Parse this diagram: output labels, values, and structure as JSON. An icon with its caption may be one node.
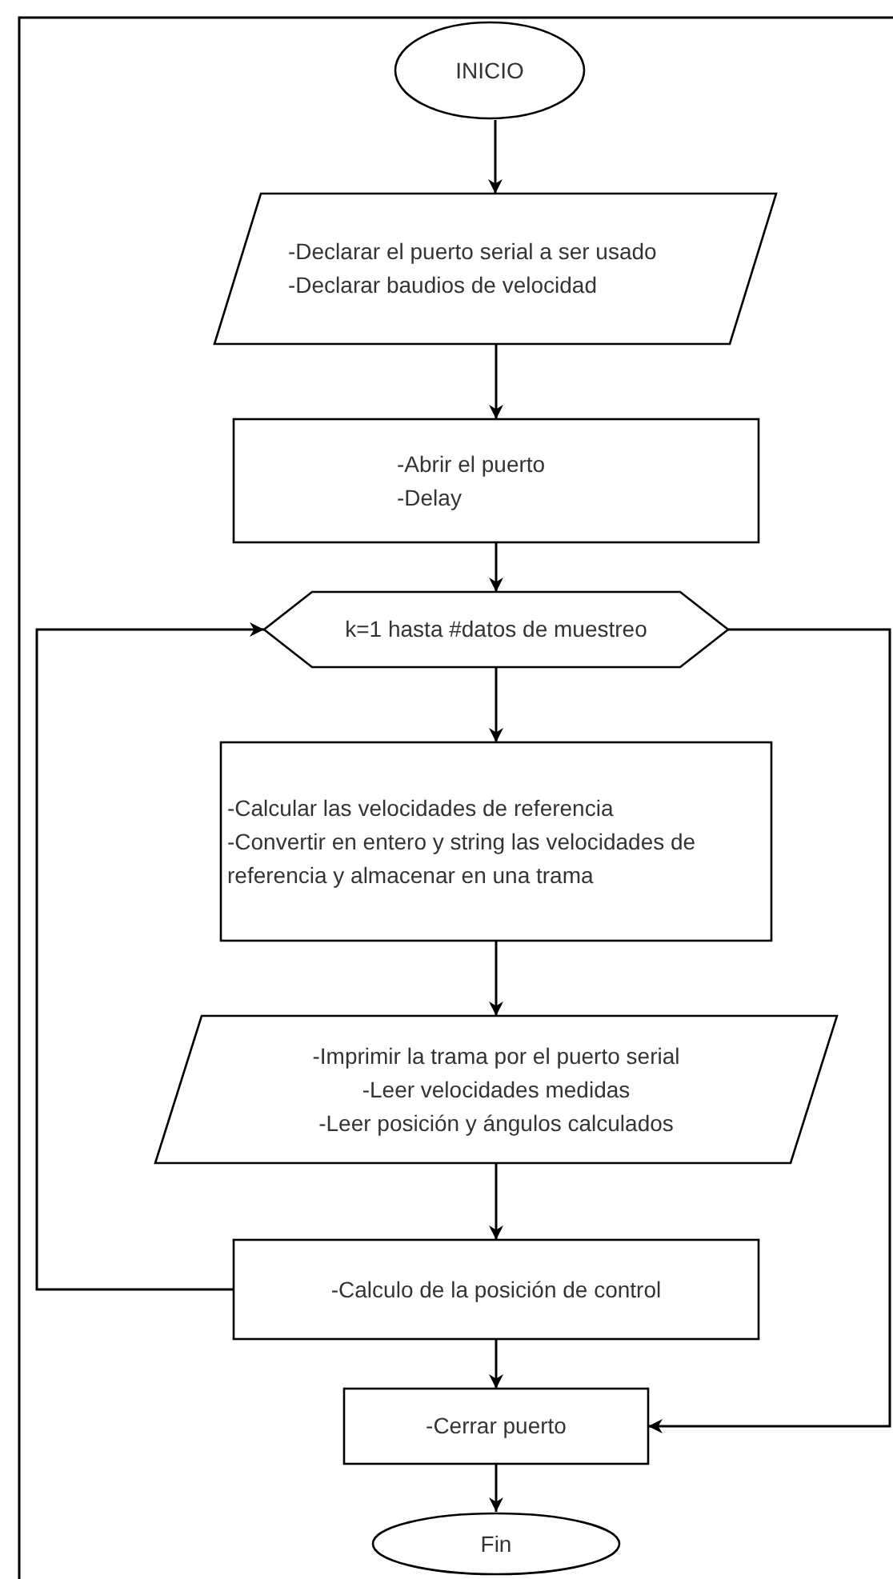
{
  "diagram": {
    "nodes": [
      {
        "text": [
          "INICIO"
        ]
      },
      {
        "text": [
          "-Declarar el puerto serial a ser usado",
          "-Declarar baudios de velocidad"
        ]
      },
      {
        "text": [
          "-Abrir el puerto",
          "-Delay"
        ]
      },
      {
        "text": [
          "k=1 hasta #datos de muestreo"
        ]
      },
      {
        "text": [
          "-Calcular las velocidades de referencia",
          "-Convertir en entero y string las velocidades de referencia y almacenar en una trama"
        ]
      },
      {
        "text": [
          "-Imprimir la trama por el puerto serial",
          "-Leer velocidades medidas",
          "-Leer posición y ángulos calculados"
        ]
      },
      {
        "text": [
          "-Calculo de la posición de control"
        ]
      },
      {
        "text": [
          "-Cerrar puerto"
        ]
      },
      {
        "text": [
          "Fin"
        ]
      }
    ],
    "edges": [
      {
        "from": 0,
        "to": 1,
        "arrow": "to"
      },
      {
        "from": 1,
        "to": 2,
        "arrow": "to"
      },
      {
        "from": 2,
        "to": 3,
        "arrow": "to"
      },
      {
        "from": 3,
        "to": 4,
        "arrow": "to"
      },
      {
        "from": 4,
        "to": 5,
        "arrow": "to"
      },
      {
        "from": 5,
        "to": 6,
        "arrow": "to"
      },
      {
        "from": 6,
        "to": 7,
        "arrow": "to"
      },
      {
        "from": 7,
        "to": 8,
        "arrow": "to"
      },
      {
        "from": 6,
        "to": 3,
        "arrow": "to"
      },
      {
        "from": 3,
        "to": 7,
        "arrow": "to"
      }
    ]
  }
}
